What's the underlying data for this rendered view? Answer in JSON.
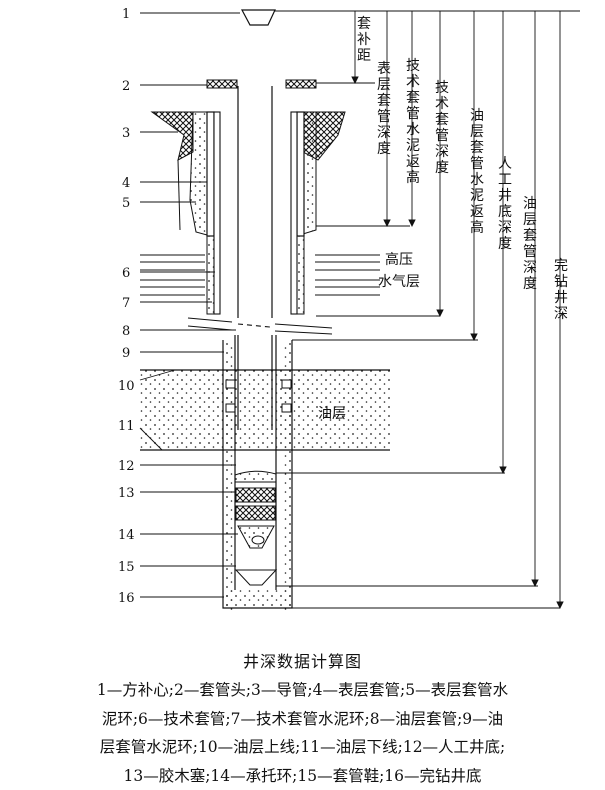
{
  "figure": {
    "title": "井深数据计算图",
    "callouts": [
      "1",
      "2",
      "3",
      "4",
      "5",
      "6",
      "7",
      "8",
      "9",
      "10",
      "11",
      "12",
      "13",
      "14",
      "15",
      "16"
    ],
    "depth_labels": {
      "bushing_distance": "套补距",
      "surface_casing_depth": "表层套管深度",
      "technical_cement_top": "技术套管水泥返高",
      "technical_casing_depth": "技术套管深度",
      "oil_cement_top": "油层套管水泥返高",
      "artificial_bottom": "人工井底深度",
      "oil_casing_depth": "油层套管深度",
      "total_depth": "完钻井深"
    },
    "zone_labels": {
      "high_pressure_line1": "高压",
      "high_pressure_line2": "水气层",
      "oil_layer": "油层"
    }
  },
  "legend_lines": [
    "1—方补心;2—套管头;3—导管;4—表层套管;5—表层套管水",
    "泥环;6—技术套管;7—技术套管水泥环;8—油层套管;9—油",
    "层套管水泥环;10—油层上线;11—油层下线;12—人工井底;",
    "13—胶木塞;14—承托环;15—套管鞋;16—完钻井底"
  ]
}
